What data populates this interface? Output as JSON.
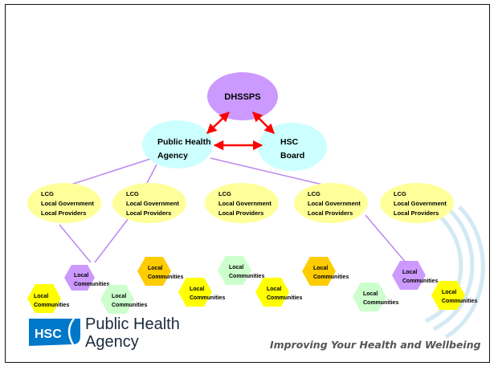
{
  "slide": {
    "top_node": "DHSSPS",
    "mid_left": [
      "Public Health",
      "Agency"
    ],
    "mid_right": [
      "HSC",
      "Board"
    ],
    "lcg_lines": [
      "LCG",
      "Local Government",
      "Local Providers"
    ],
    "community_lines": [
      "Local",
      "Communities"
    ],
    "logo_mark": "HSC",
    "logo_name": [
      "Public Health",
      "Agency"
    ],
    "tagline": "Improving Your Health and Wellbeing"
  },
  "colors": {
    "purple_node": "#cc99ff",
    "cyan_node": "#ccffff",
    "yellow_node": "#ffff99",
    "hex_yellow": "#ffff00",
    "hex_orange": "#ffcc00",
    "hex_green": "#ccffcc",
    "hex_purple": "#cc99ff",
    "arrow_red": "#ff0000",
    "line_purple": "#bb88ee",
    "logo_blue": "#0077c8"
  }
}
